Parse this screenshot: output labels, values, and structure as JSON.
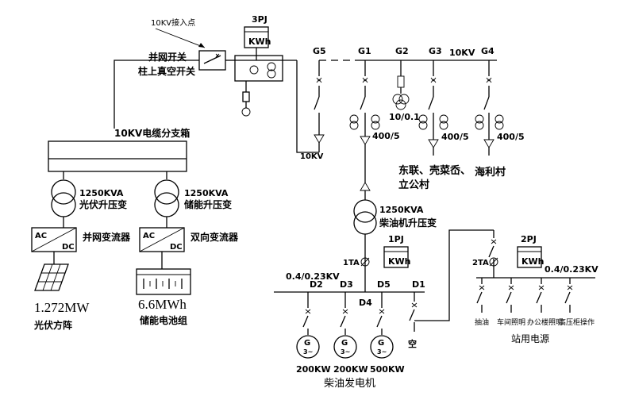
{
  "labels": {
    "access_point": "10KV接入点",
    "grid_switch_1": "并网开关",
    "grid_switch_2": "柱上真空开关",
    "cable_box": "10KV电缆分支箱",
    "pv_tx_1": "1250KVA",
    "pv_tx_2": "光伏升压变",
    "es_tx_1": "1250KVA",
    "es_tx_2": "储能升压变",
    "inv_grid": "并网变流器",
    "inv_bi": "双向变流器",
    "pv_cap": "1.272MW",
    "pv_name": "光伏方阵",
    "es_cap": "6.6MWh",
    "es_name": "储能电池组",
    "meter3_tag": "3PJ",
    "meter3_unit": "KWh",
    "bus_10kv": "10KV",
    "g5": "G5",
    "g1": "G1",
    "g2": "G2",
    "g3": "G3",
    "g4": "G4",
    "g2_ratio": "10/0.1",
    "ct_g1": "400/5",
    "ct_g3": "400/5",
    "ct_g4": "400/5",
    "g5_bottom": "10KV",
    "load_1": "东联、壳菜岙、",
    "load_2": "立公村",
    "load_3": "海利村",
    "diesel_tx_1": "1250KVA",
    "diesel_tx_2": "柴油机升压变",
    "meter1_tag": "1PJ",
    "meter1_unit": "KWh",
    "ta1": "1TA",
    "lv_left": "0.4/0.23KV",
    "d2": "D2",
    "d3": "D3",
    "d4": "D4",
    "d5": "D5",
    "d1": "D1",
    "gen_sym": "G",
    "gen_ac": "3~",
    "p_200_a": "200KW",
    "p_200_b": "200KW",
    "p_500": "500KW",
    "diesel_group": "柴油发电机",
    "spare": "空",
    "meter2_tag": "2PJ",
    "meter2_unit": "KWh",
    "ta2": "2TA",
    "lv_right": "0.4/0.23KV",
    "aux_1": "抽油",
    "aux_2": "车间照明",
    "aux_3": "办公楼照明",
    "aux_4": "高压柜操作",
    "aux_power": "站用电源",
    "ac": "AC",
    "dc": "DC"
  }
}
